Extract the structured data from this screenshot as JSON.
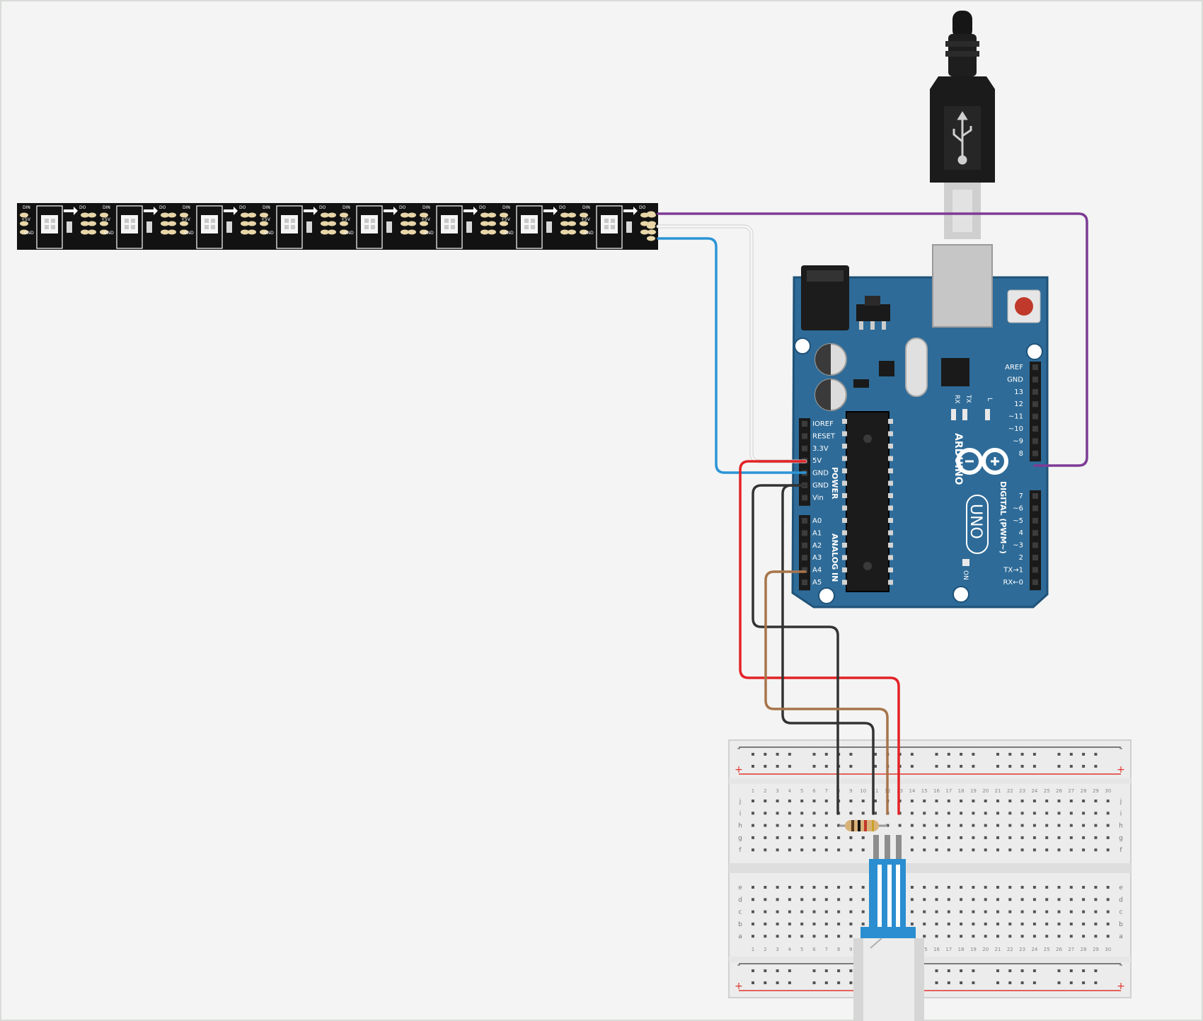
{
  "colors": {
    "background": "#f3f4f3",
    "border": "#d8dbd8",
    "board_blue": "#2e6b98",
    "board_edge": "#1f5278",
    "strip": "#121212",
    "pad": "#e8d6a8",
    "breadboard": "#ececec",
    "rail_red": "#e0352b",
    "wire_red": "#e32227",
    "wire_black": "#333333",
    "wire_brown": "#a8744a",
    "wire_blue": "#2b94d6",
    "wire_white": "#f2f2f2",
    "wire_purple": "#7e3b96",
    "sensor_blue": "#2a8ed0"
  },
  "led_strip": {
    "din": "DIN",
    "do": "DO",
    "v5": "+5V",
    "gnd": "GND",
    "count": 8
  },
  "arduino": {
    "brand": "ARDUINO",
    "model": "UNO",
    "digital_label": "DIGITAL (PWM~)",
    "power_label": "POWER",
    "analog_label": "ANALOG IN",
    "on_label": "ON",
    "rx_label": "RX",
    "tx_label": "TX",
    "l_label": "L",
    "power_pins": [
      "IOREF",
      "RESET",
      "3.3V",
      "5V",
      "GND",
      "GND",
      "Vin"
    ],
    "analog_pins": [
      "A0",
      "A1",
      "A2",
      "A3",
      "A4",
      "A5"
    ],
    "digital_pins_top": [
      "AREF",
      "GND",
      "13",
      "12",
      "~11",
      "~10",
      "~9",
      "8"
    ],
    "digital_pins_bottom": [
      "7",
      "~6",
      "~5",
      "4",
      "~3",
      "2",
      "TX→1",
      "RX←0"
    ]
  },
  "breadboard": {
    "minus": "-",
    "plus": "+",
    "row_letters_top": [
      "j",
      "i",
      "h",
      "g",
      "f"
    ],
    "row_letters_bottom": [
      "e",
      "d",
      "c",
      "b",
      "a"
    ],
    "columns": 30
  },
  "usb": {
    "symbol": "usb-icon"
  }
}
